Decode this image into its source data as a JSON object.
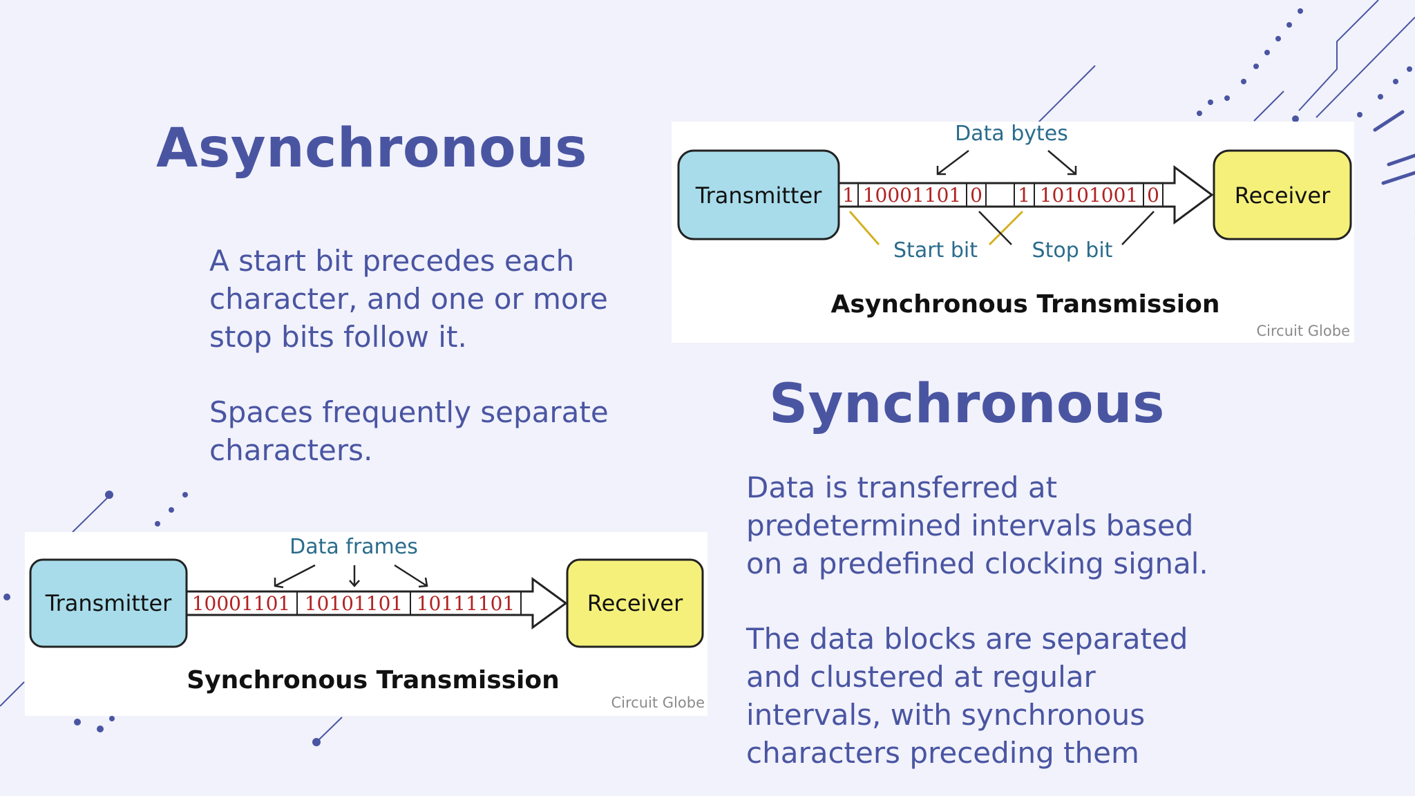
{
  "async_section": {
    "title": "Asynchronous",
    "paragraph_1": "A start bit precedes each\ncharacter, and one or more\nstop bits follow it.",
    "paragraph_2": "Spaces frequently separate\ncharacters."
  },
  "sync_section": {
    "title": "Synchronous",
    "paragraph_1": "Data is transferred at\npredetermined intervals based\non a predefined clocking signal.",
    "paragraph_2": "The data blocks are separated\nand clustered at regular\nintervals, with synchronous\ncharacters preceding them"
  },
  "async_diagram": {
    "transmitter": "Transmitter",
    "receiver": "Receiver",
    "start_bit_1": "1",
    "byte_1": "10001101",
    "stop_bit_1": "0",
    "start_bit_2": "1",
    "byte_2": "10101001",
    "stop_bit_2": "0",
    "data_label": "Data bytes",
    "start_label": "Start bit",
    "stop_label": "Stop bit",
    "caption": "Asynchronous Transmission",
    "credit": "Circuit Globe"
  },
  "sync_diagram": {
    "transmitter": "Transmitter",
    "receiver": "Receiver",
    "frame_1": "10001101",
    "frame_2": "10101101",
    "frame_3": "10111101",
    "data_label": "Data frames",
    "caption": "Synchronous Transmission",
    "credit": "Circuit Globe"
  },
  "colors": {
    "background": "#f1f2fb",
    "heading": "#4a55a2",
    "transmitter_fill": "#a8dcea",
    "receiver_fill": "#f5f07a",
    "bits_text": "#b22222",
    "note_text": "#2a6c8c"
  }
}
